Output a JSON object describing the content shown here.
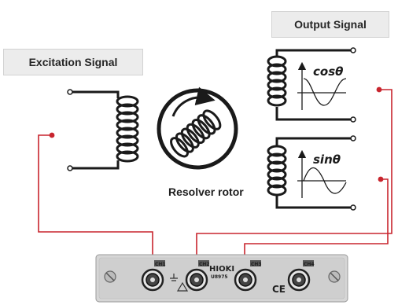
{
  "labels": {
    "excitation": "Excitation Signal",
    "output": "Output Signal",
    "rotor": "Resolver rotor",
    "cos": "cosθ",
    "sin": "sinθ"
  },
  "panel": {
    "brand": "HIOKI",
    "model": "U8975",
    "ch1": "CH1",
    "ch2": "CH2",
    "ch3": "CH3",
    "ch4": "CH4",
    "ce": "CE"
  },
  "colors": {
    "wire": "#c8252e",
    "coil": "#1a1a1a",
    "box_fill": "#ececec",
    "panel": "#d6d6d6"
  },
  "icons": [
    "coil-icon",
    "rotation-arrow-icon",
    "sine-wave-icon",
    "bnc-connector-icon",
    "screw-icon"
  ]
}
